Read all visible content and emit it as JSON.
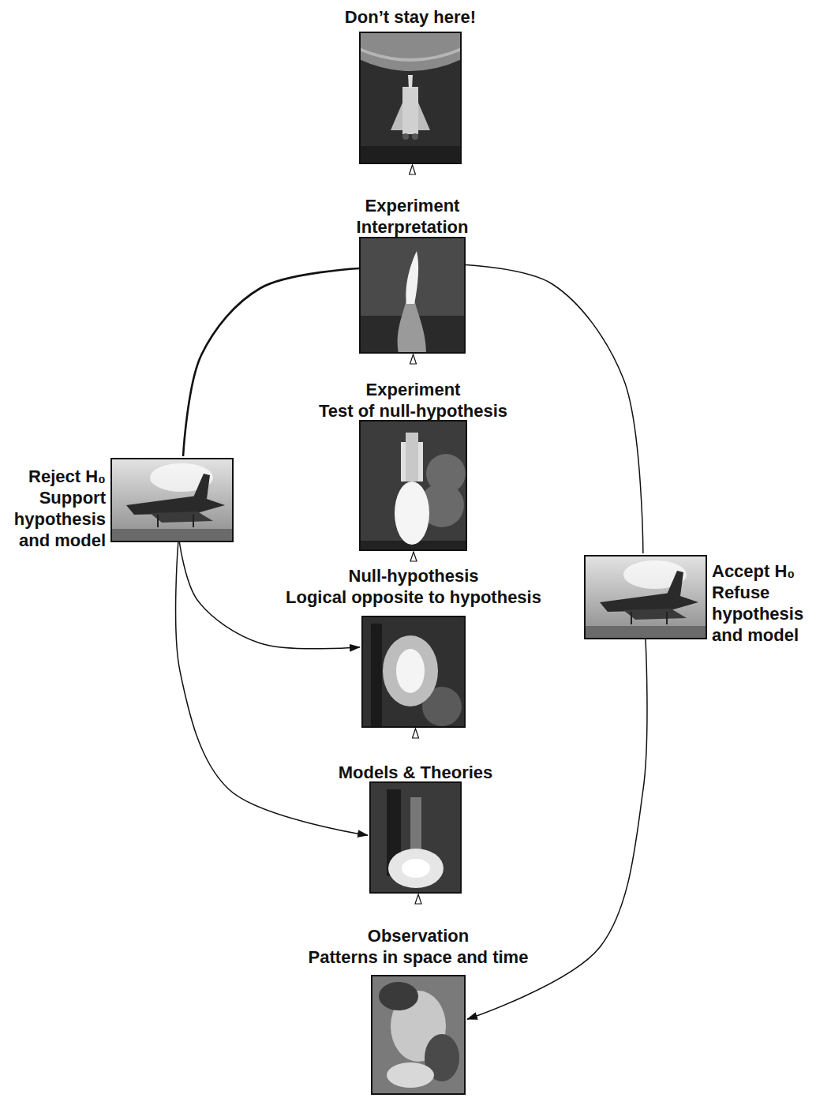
{
  "diagram": {
    "nodes": [
      {
        "text": [
          "Don’t stay here!"
        ]
      },
      {
        "text": [
          "Experiment",
          "Interpretation"
        ]
      },
      {
        "text": [
          "Experiment",
          "Test of null-hypothesis"
        ]
      },
      {
        "text": [
          "Reject H₀",
          "Support hypothesis and model"
        ]
      },
      {
        "text": [
          "Null-hypothesis",
          "Logical opposite to hypothesis"
        ]
      },
      {
        "text": [
          "Accept H₀",
          "Refuse hypothesis and model"
        ]
      },
      {
        "text": [
          "Models & Theories"
        ]
      },
      {
        "text": [
          "Observation",
          "Patterns in space and time"
        ]
      }
    ],
    "edges": [
      {
        "from": 1,
        "to": 0,
        "arrow": "to"
      },
      {
        "from": 2,
        "to": 1,
        "arrow": "to"
      },
      {
        "from": 4,
        "to": 2,
        "arrow": "to"
      },
      {
        "from": 6,
        "to": 4,
        "arrow": "to"
      },
      {
        "from": 7,
        "to": 6,
        "arrow": "to"
      },
      {
        "from": 1,
        "to": 3,
        "arrow": "none"
      },
      {
        "from": 1,
        "to": 5,
        "arrow": "none"
      },
      {
        "from": 3,
        "to": 4,
        "arrow": "to"
      },
      {
        "from": 3,
        "to": 6,
        "arrow": "to"
      },
      {
        "from": 5,
        "to": 7,
        "arrow": "to"
      }
    ]
  }
}
